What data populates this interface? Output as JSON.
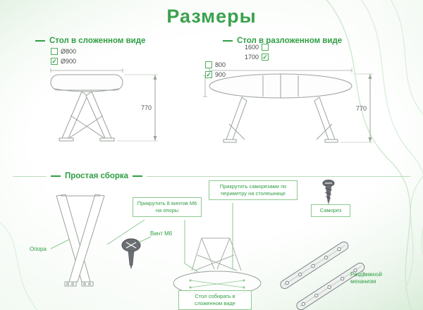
{
  "page": {
    "title": "Размеры"
  },
  "folded": {
    "title": "Стол в сложенном виде",
    "options": [
      {
        "label": "Ø800",
        "mark": ""
      },
      {
        "label": "Ø900",
        "mark": "✓"
      }
    ],
    "height": "770"
  },
  "unfolded": {
    "title": "Стол в разложенном виде",
    "length_options": [
      {
        "label": "1600",
        "mark": ""
      },
      {
        "label": "1700",
        "mark": "✓"
      }
    ],
    "width_options": [
      {
        "label": "800",
        "mark": ""
      },
      {
        "label": "900",
        "mark": "✓"
      }
    ],
    "height": "770"
  },
  "assembly": {
    "title": "Простая сборка",
    "support_label": "Опора",
    "screw_label": "Винт М6",
    "note_bolts": "Прикрутить 8 винтов М6 на опоры",
    "note_perimeter": "Прикрутить саморезами по периметру на столешнице",
    "samorez_label": "Саморез",
    "note_folded": "Стол собирать в сложенном виде",
    "mechanism_label": "Раздвижной механизм"
  },
  "colors": {
    "accent": "#2f9e44",
    "line": "#9aa29a"
  }
}
